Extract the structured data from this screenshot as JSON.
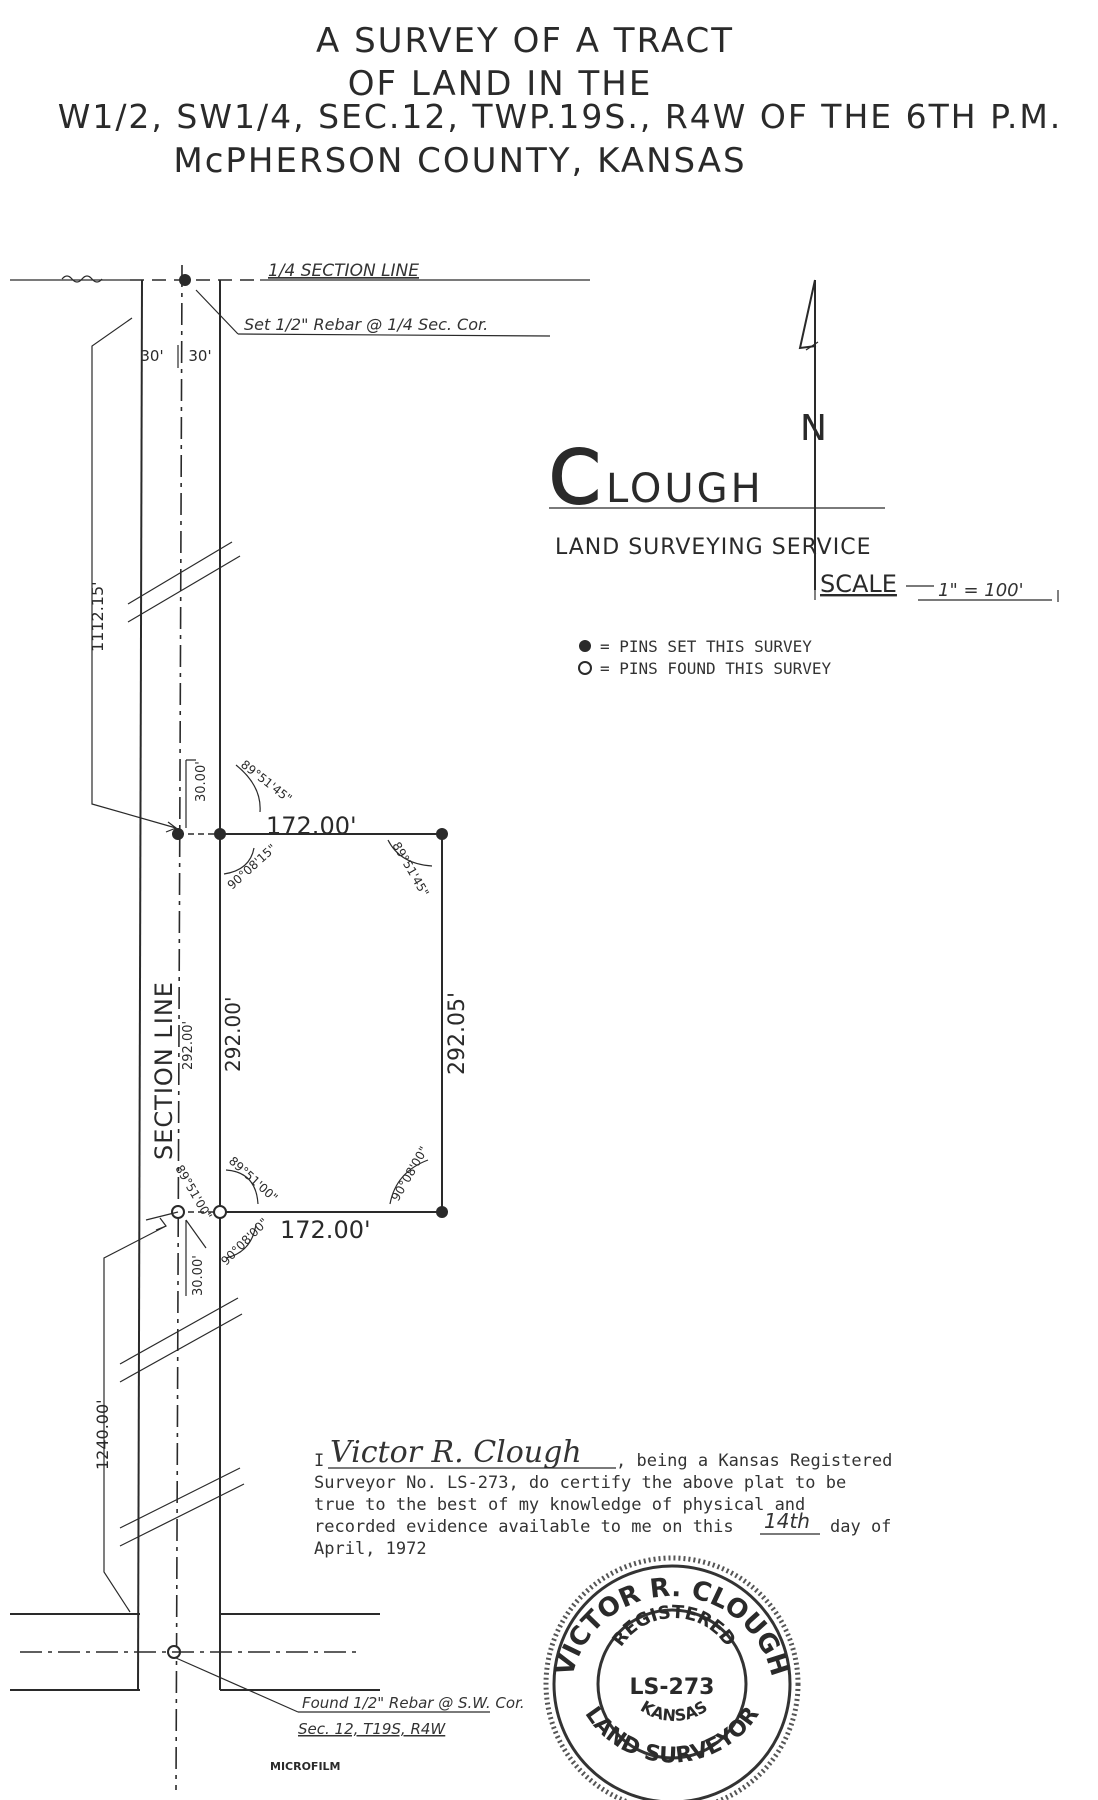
{
  "title": {
    "line1": "A SURVEY OF A TRACT",
    "line2": "OF LAND IN THE",
    "line3": "W1/2, SW1/4, SEC.12, TWP.19S., R4W OF THE 6TH P.M.",
    "line4": "McPHERSON COUNTY, KANSAS"
  },
  "labels": {
    "quarter_section_line": "1/4 SECTION LINE",
    "set_rebar": "Set 1/2\" Rebar @ 1/4 Sec. Cor.",
    "road_left_width": "30'",
    "road_right_width": "30'",
    "section_line": "SECTION LINE",
    "north_letter": "N",
    "found_rebar_line1": "Found 1/2\" Rebar @ S.W. Cor.",
    "found_rebar_line2": "Sec. 12, T19S, R4W",
    "microfilm": "MICROFILM"
  },
  "company": {
    "name_initial": "C",
    "name_rest": "LOUGH",
    "service": "LAND SURVEYING SERVICE",
    "scale_label": "SCALE",
    "scale_value": "1\" = 100'"
  },
  "legend": {
    "set_symbol": "●",
    "set_text": "= PINS SET THIS SURVEY",
    "found_symbol": "o",
    "found_text": "= PINS FOUND THIS SURVEY"
  },
  "dimensions": {
    "north_tie": "1112.15'",
    "top_offset": "30.00'",
    "top_angle": "89°51'45\"",
    "top_length": "172.00'",
    "top_left_interior": "90°08'15\"",
    "top_right_angle": "89°51'45\"",
    "west_length": "292.00'",
    "section_line_length": "292.00'",
    "east_length": "292.05'",
    "bottom_left_angle": "89°51'00\"",
    "bottom_section_angle": "89°51'00\"",
    "bottom_right_angle": "90°08'00\"",
    "bottom_exterior_angle": "90°08'00\"",
    "bottom_length": "172.00'",
    "bottom_offset": "30.00'",
    "south_tie": "1240.00'"
  },
  "certificate": {
    "prefix": "I",
    "signature": "Victor R. Clough",
    "line1_rest": ", being a Kansas Registered",
    "line2": "Surveyor No. LS-273, do certify the above plat to be",
    "line3": "true to the best of my knowledge of physical and",
    "line4_start": "recorded evidence available to me on this",
    "day": "14th",
    "line4_end": "day of",
    "line5": "April, 1972"
  },
  "seal": {
    "outer_top": "VICTOR R. CLOUGH",
    "inner_top": "REGISTERED",
    "number": "LS-273",
    "state": "KANSAS",
    "outer_bottom": "LAND SURVEYOR"
  }
}
